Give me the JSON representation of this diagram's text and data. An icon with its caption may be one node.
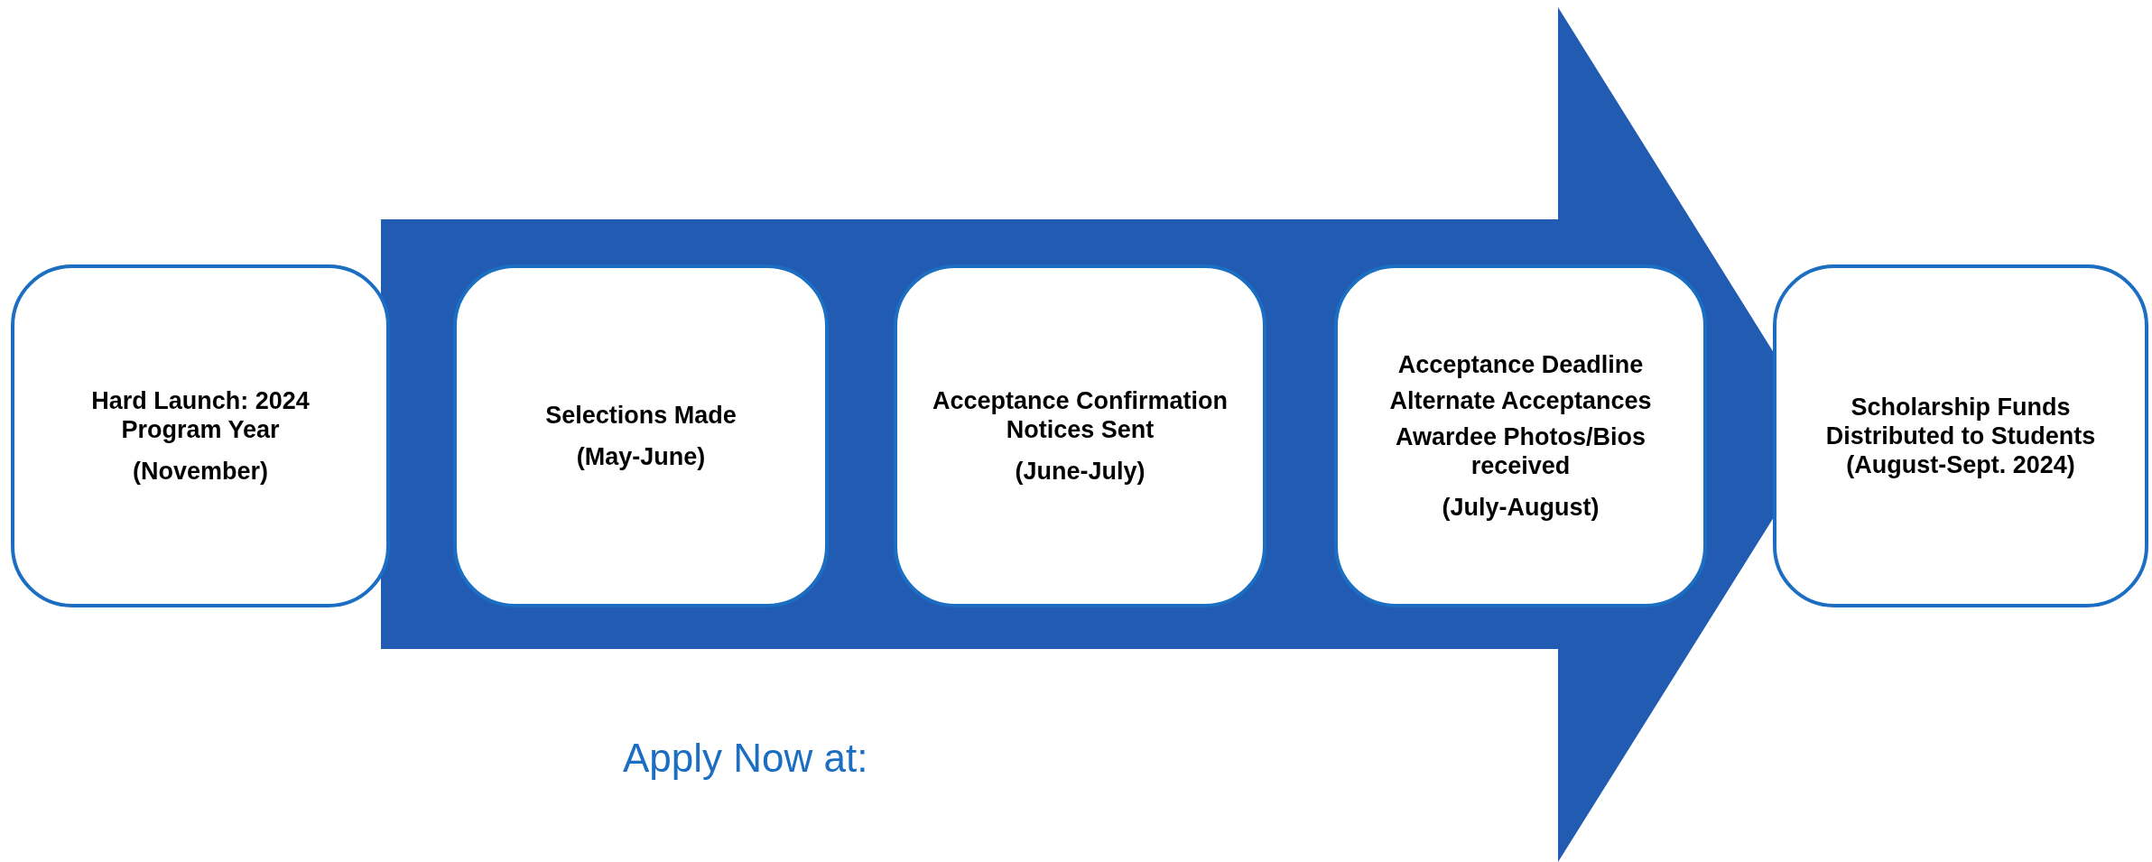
{
  "diagram": {
    "nodes": [
      {
        "text": [
          "Hard Launch: 2024 Program Year",
          "(November)"
        ]
      },
      {
        "text": [
          "Selections Made",
          "(May-June)"
        ]
      },
      {
        "text": [
          "Acceptance Confirmation Notices Sent",
          "(June-July)"
        ]
      },
      {
        "text": [
          "Acceptance Deadline",
          "Alternate Acceptances",
          "Awardee Photos/Bios received",
          "(July-August)"
        ]
      },
      {
        "text": [
          "Scholarship Funds Distributed to Students",
          "(August-Sept. 2024)"
        ]
      }
    ],
    "edges": [
      {
        "from": 0,
        "to": 4,
        "arrow": "to"
      }
    ],
    "labels": [
      "Apply Now at:"
    ]
  }
}
